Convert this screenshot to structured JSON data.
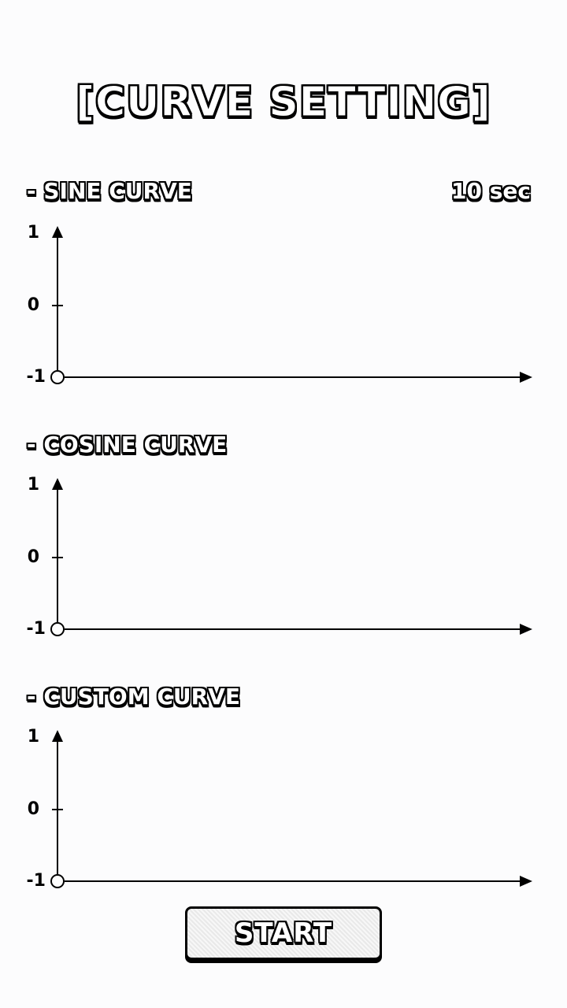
{
  "title": "[CURVE SETTING]",
  "duration": "10 sec",
  "sections": [
    {
      "label": "- SINE CURVE",
      "y_max": "1",
      "y_mid": "0",
      "y_min": "-1"
    },
    {
      "label": "- COSINE CURVE",
      "y_max": "1",
      "y_mid": "0",
      "y_min": "-1"
    },
    {
      "label": "- CUSTOM CURVE",
      "y_max": "1",
      "y_mid": "0",
      "y_min": "-1"
    }
  ],
  "start_button": {
    "label": "START"
  }
}
